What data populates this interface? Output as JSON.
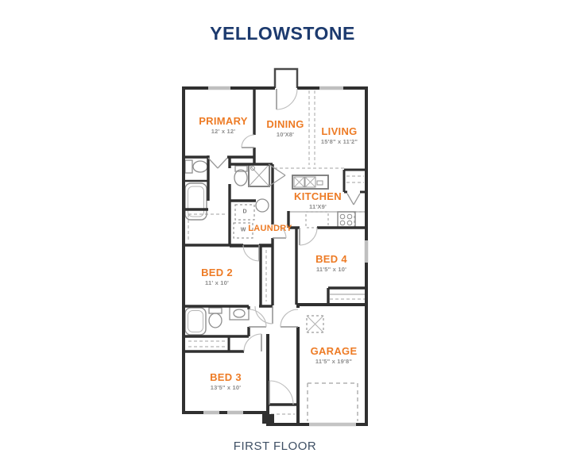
{
  "page": {
    "title": "YELLOWSTONE",
    "caption": "FIRST FLOOR"
  },
  "rooms": {
    "primary": {
      "name": "PRIMARY",
      "dims": "12' x 12'"
    },
    "dining": {
      "name": "DINING",
      "dims": "10'X8'"
    },
    "living": {
      "name": "LIVING",
      "dims": "15'8\" x 11'2\""
    },
    "kitchen": {
      "name": "KITCHEN",
      "dims": "11'X9'"
    },
    "laundry": {
      "name": "LAUNDRY"
    },
    "bed2": {
      "name": "BED 2",
      "dims": "11' x 10'"
    },
    "bed4": {
      "name": "BED 4",
      "dims": "11'5\" x 10'"
    },
    "bed3": {
      "name": "BED 3",
      "dims": "13'5\" x 10'"
    },
    "garage": {
      "name": "GARAGE",
      "dims": "11'5\" x 19'8\""
    }
  },
  "appliances": {
    "washer": "W",
    "dryer": "D"
  },
  "colors": {
    "room_label": "#ED7B25",
    "dim_label": "#8D8D8D",
    "title": "#1C3A6E",
    "caption": "#3E4F64",
    "wall": "#303030",
    "window": "#BFBFBF"
  }
}
